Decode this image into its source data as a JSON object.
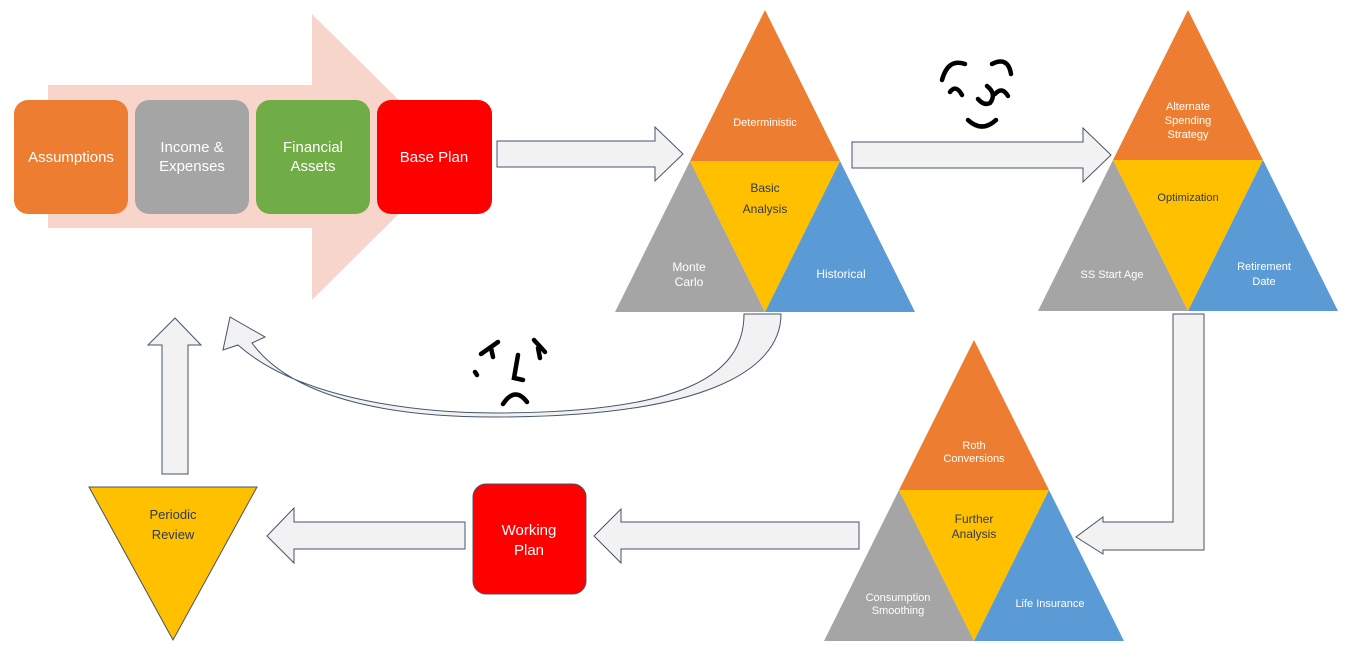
{
  "colors": {
    "orange": "#ED7D31",
    "gray": "#A5A5A5",
    "green": "#70AD47",
    "red": "#FF0000",
    "yellow": "#FFC000",
    "blue": "#5B9BD5",
    "arrow_fill": "#F2F2F2",
    "arrow_stroke": "#44546A",
    "big_arrow": "#F8D5CA"
  },
  "inputs": {
    "assumptions": "Assumptions",
    "income_line1": "Income &",
    "income_line2": "Expenses",
    "financial_line1": "Financial",
    "financial_line2": "Assets",
    "base_plan": "Base Plan"
  },
  "basic": {
    "top": "Deterministic",
    "center_line1": "Basic",
    "center_line2": "Analysis",
    "left_line1": "Monte",
    "left_line2": "Carlo",
    "right": "Historical"
  },
  "optimization": {
    "top_line1": "Alternate",
    "top_line2": "Spending",
    "top_line3": "Strategy",
    "center": "Optimization",
    "left": "SS Start Age",
    "right_line1": "Retirement",
    "right_line2": "Date"
  },
  "further": {
    "top_line1": "Roth",
    "top_line2": "Conversions",
    "center_line1": "Further",
    "center_line2": "Analysis",
    "left_line1": "Consumption",
    "left_line2": "Smoothing",
    "right": "Life Insurance"
  },
  "working_plan": {
    "line1": "Working",
    "line2": "Plan"
  },
  "periodic_review": {
    "line1": "Periodic",
    "line2": "Review"
  },
  "icons": {
    "happy": "happy-face-icon",
    "sad": "sad-face-icon"
  }
}
